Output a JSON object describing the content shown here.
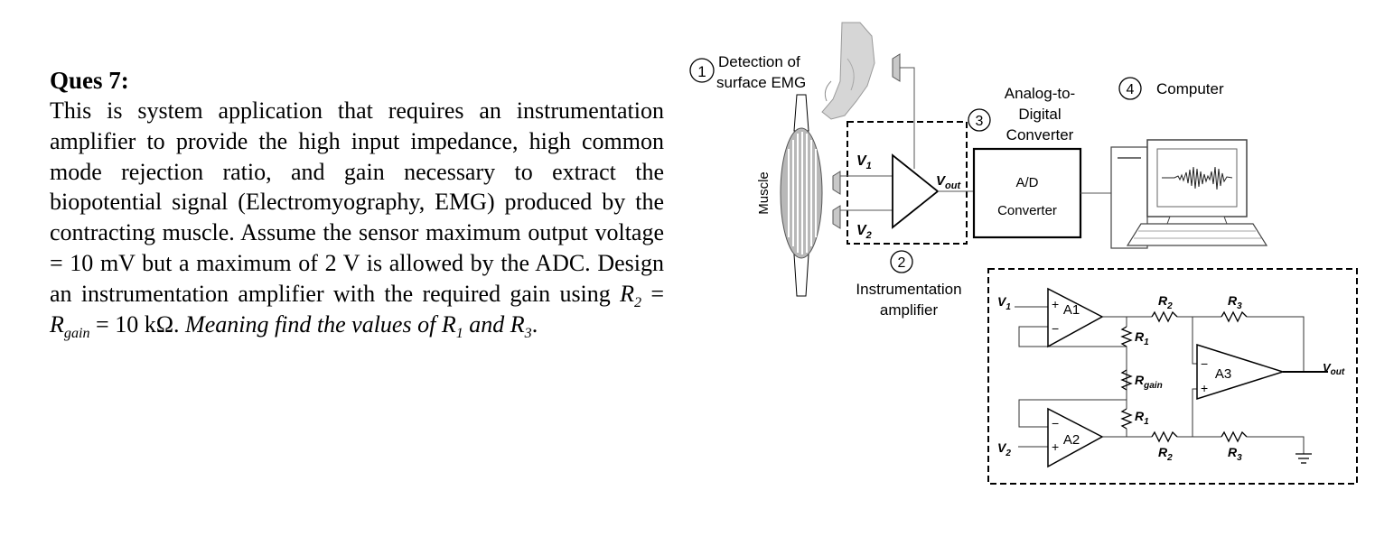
{
  "question": {
    "title": "Ques 7:",
    "text_1": "This is system application that requires an instrumentation amplifier to provide the high input impedance, high common mode rejection ratio, and gain necessary to extract the biopotential signal (Electromyography, EMG) produced by the contracting muscle. Assume the sensor maximum output voltage = 10 mV but a maximum of 2 V is allowed by the ADC. Design an instrumentation amplifier with the required gain using ",
    "r2_main": "R",
    "r2_sub": "2",
    "eq1": " = ",
    "rgain_main": "R",
    "rgain_sub": "gain",
    "eq2": " = 10 kΩ. ",
    "italic_1": "Meaning find the values of ",
    "r1_main": "R",
    "r1_sub": "1",
    "italic_and": " and ",
    "r3_main": "R",
    "r3_sub": "3",
    "period": "."
  },
  "figure": {
    "step1_num": "1",
    "step1_line1": "Detection of",
    "step1_line2": "surface EMG",
    "muscle_label": "Muscle",
    "v1_label": "V",
    "v1_sub": "1",
    "v2_label": "V",
    "v2_sub": "2",
    "vout_label": "V",
    "vout_sub": "out",
    "step2_num": "2",
    "step2_line1": "Instrumentation",
    "step2_line2": "amplifier",
    "step3_num": "3",
    "step3_line1": "Analog-to-",
    "step3_line2": "Digital",
    "step3_line3": "Converter",
    "adc_line1": "A/D",
    "adc_line2": "Converter",
    "step4_num": "4",
    "step4_label": "Computer",
    "schematic": {
      "a1": "A1",
      "a2": "A2",
      "a3": "A3",
      "plus": "+",
      "minus": "−",
      "r_main": "R",
      "r1_sub": "1",
      "r2_sub": "2",
      "r3_sub": "3",
      "rgain_sub": "gain",
      "v_main": "V",
      "v1_sub": "1",
      "v2_sub": "2",
      "vout_sub": "out"
    }
  }
}
